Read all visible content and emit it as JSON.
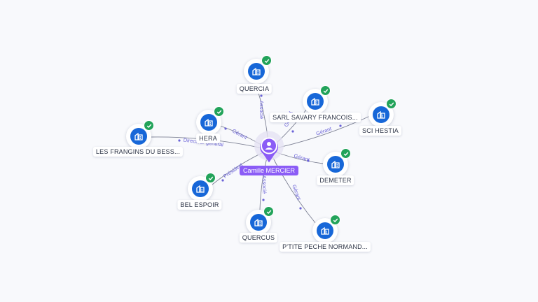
{
  "center": {
    "name": "Camille MERCIER",
    "icon": "person-icon"
  },
  "nodes": [
    {
      "id": "quercia",
      "name": "QUERCIA",
      "relation": "Associé",
      "icon": "building-icon",
      "status_icon": "check-icon"
    },
    {
      "id": "sarl-savary",
      "name": "SARL SAVARY FRANCOIS...",
      "relation": "Gérant",
      "icon": "building-icon",
      "status_icon": "check-icon"
    },
    {
      "id": "sci-hestia",
      "name": "SCI HESTIA",
      "relation": "Gérant",
      "icon": "building-icon",
      "status_icon": "check-icon"
    },
    {
      "id": "hera",
      "name": "HERA",
      "relation": "Gérant",
      "icon": "building-icon",
      "status_icon": "check-icon"
    },
    {
      "id": "frangins",
      "name": "LES FRANGINS DU BESS...",
      "relation": "Directeur général",
      "icon": "building-icon",
      "status_icon": "check-icon"
    },
    {
      "id": "demeter",
      "name": "DEMETER",
      "relation": "Gérant",
      "icon": "building-icon",
      "status_icon": "check-icon"
    },
    {
      "id": "bel-espoir",
      "name": "BEL ESPOIR",
      "relation": "Président",
      "icon": "building-icon",
      "status_icon": "check-icon"
    },
    {
      "id": "quercus",
      "name": "QUERCUS",
      "relation": "Associé",
      "icon": "building-icon",
      "status_icon": "check-icon"
    },
    {
      "id": "ptite-peche",
      "name": "P'TITE PECHE NORMAND...",
      "relation": "Gérant",
      "icon": "building-icon",
      "status_icon": "check-icon"
    }
  ],
  "colors": {
    "company": "#1767d8",
    "status": "#22a35a",
    "center": "#8b5cf6",
    "edge_label": "#6b63d8",
    "edge": "#7d8194"
  }
}
